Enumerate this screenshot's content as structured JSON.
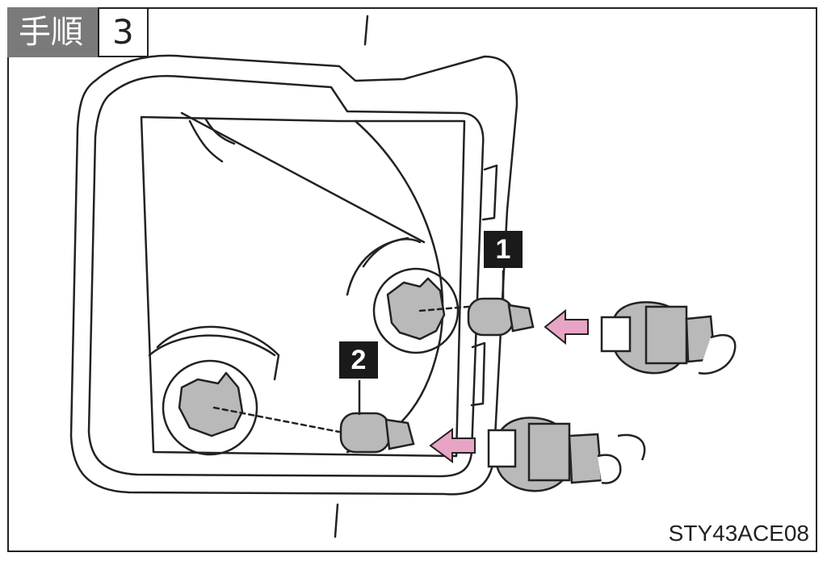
{
  "step": {
    "word": "手順",
    "number": "3"
  },
  "callouts": {
    "one": "1",
    "two": "2"
  },
  "figure_code": "STY43ACE08",
  "colors": {
    "arrow": "#e8a4c4",
    "socket_gray": "#b9b9b9",
    "line": "#222222",
    "header_bg": "#7a7a7a"
  }
}
